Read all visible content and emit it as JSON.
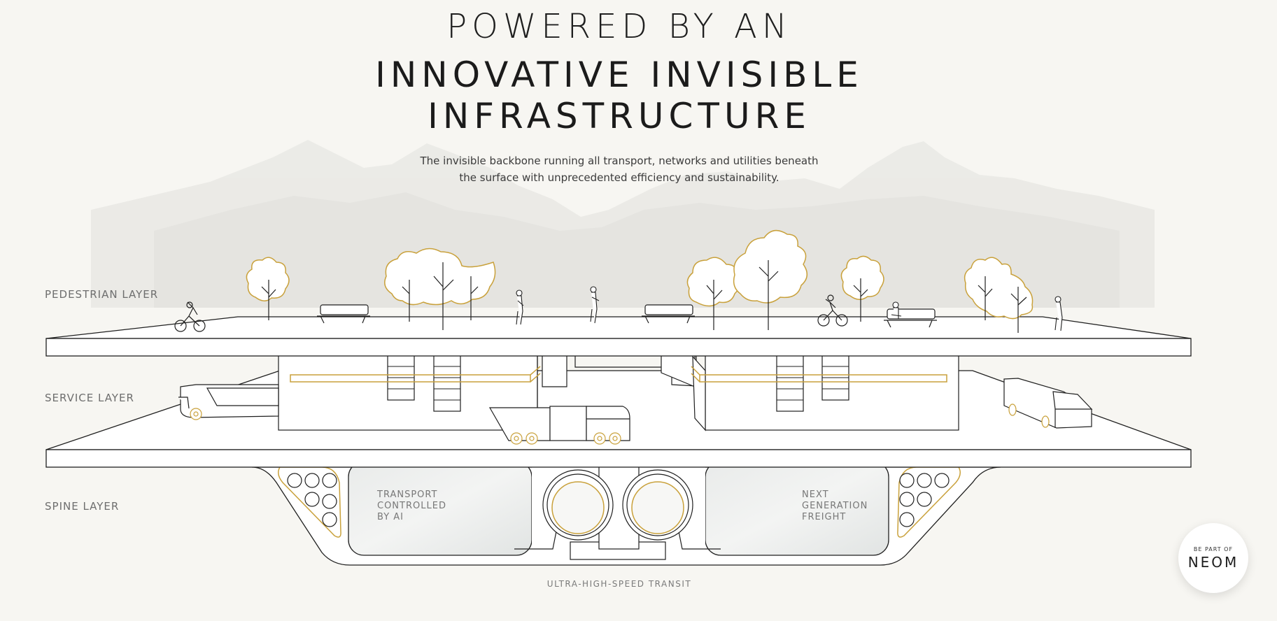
{
  "header": {
    "title_line1": "POWERED BY AN",
    "title_line2": "INNOVATIVE INVISIBLE",
    "title_line3": "INFRASTRUCTURE",
    "description_line1": "The invisible backbone running all transport, networks and utilities beneath",
    "description_line2": "the surface with unprecedented efficiency and sustainability."
  },
  "layers": {
    "pedestrian": "PEDESTRIAN LAYER",
    "service": "SERVICE LAYER",
    "spine": "SPINE LAYER"
  },
  "spine": {
    "left_chamber_lines": [
      "TRANSPORT",
      "CONTROLLED",
      "BY AI"
    ],
    "right_chamber_lines": [
      "NEXT",
      "GENERATION",
      "FREIGHT"
    ],
    "transit_label": "ULTRA-HIGH-SPEED TRANSIT"
  },
  "cta": {
    "small": "BE PART OF",
    "big": "NEOM"
  },
  "colors": {
    "background": "#f7f6f2",
    "line": "#1f1f1f",
    "accent_gold": "#c9a13b",
    "mountain": "#e6e6e2"
  },
  "icons": [
    "mountain-range",
    "tree-icon",
    "bench-icon",
    "cyclist-icon",
    "pedestrian-icon",
    "delivery-truck-icon",
    "bus-icon",
    "van-icon"
  ]
}
